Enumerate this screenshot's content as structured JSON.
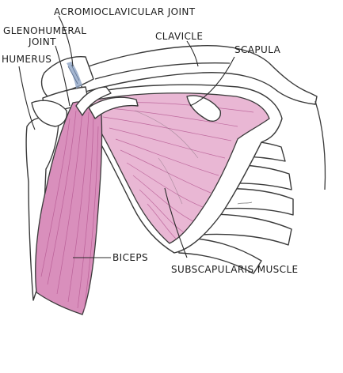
{
  "labels": {
    "acromioclavicular": "ACROMIOCLAVICULAR JOINT",
    "glenohumeral_line1": "GLENOHUMERAL",
    "glenohumeral_line2": "JOINT",
    "humerus": "HUMERUS",
    "clavicle": "CLAVICLE",
    "scapula": "SCAPULA",
    "biceps": "BICEPS",
    "subscapularis": "SUBSCAPULARIS MUSCLE"
  },
  "colors": {
    "muscle": "#e9b7d4",
    "muscle_dark": "#d98fbc",
    "joint_shading": "#8ea4c4",
    "outline": "#3a3a3a"
  }
}
